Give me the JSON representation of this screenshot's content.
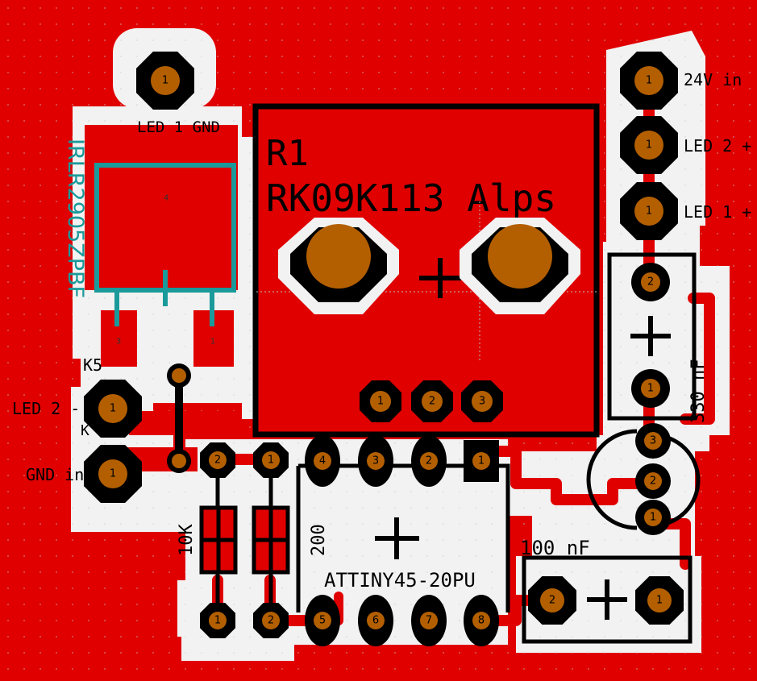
{
  "colors": {
    "copper": "#e00000",
    "clearance": "#f2f2f2",
    "pad_ring": "#000000",
    "drill": "#b35f00",
    "silkscreen": "#000000",
    "footprint_outline": "#1a9a9a"
  },
  "labels": {
    "r1_ref": "R1",
    "r1_value": "RK09K113 Alps",
    "mosfet_part": "IRLR2905ZPBF",
    "mosfet_tab_pin": "4",
    "mosfet_pin3": "3",
    "mosfet_pin1": "1",
    "led1_gnd": "LED 1 GND",
    "v24_in": "24V in",
    "led2_plus": "LED 2 +",
    "led1_plus": "LED 1 +",
    "cap_330": "330 nF",
    "k5": "K5",
    "led2_minus": "LED 2 -",
    "k_fragment": "K",
    "gnd_in": "GND in",
    "r_10k": "10K",
    "r_200": "200",
    "mcu": "ATTINY45-20PU",
    "cap_100": "100 nF",
    "plus": "+"
  },
  "pads": {
    "led1_gnd": "1",
    "v24": "1",
    "led2p": "1",
    "led1p": "1",
    "c330_top": "2",
    "c330_bot": "1",
    "pot_1": "1",
    "pot_2": "2",
    "pot_3": "3",
    "vr_3": "3",
    "vr_2": "2",
    "vr_1": "1",
    "led2m": "1",
    "gndin": "1",
    "r10k_top": "2",
    "r10k_bot": "1",
    "r200_top": "1",
    "r200_bot": "2",
    "ic_4": "4",
    "ic_3": "3",
    "ic_2": "2",
    "ic_1": "1",
    "ic_5": "5",
    "ic_6": "6",
    "ic_7": "7",
    "ic_8": "8",
    "c100_l": "2",
    "c100_r": "1"
  }
}
